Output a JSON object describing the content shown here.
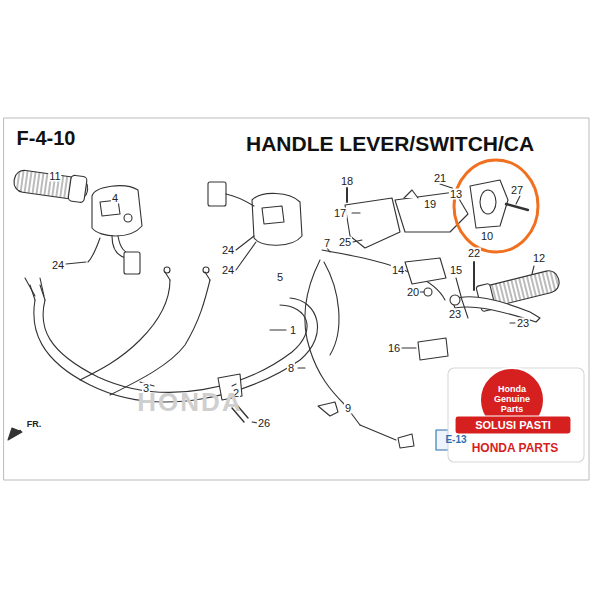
{
  "diagram": {
    "title": "HANDLE LEVER/SWITCH/CA",
    "labels": [
      "F-4-10",
      "11",
      "4",
      "24",
      "24",
      "24",
      "5",
      "18",
      "21",
      "17",
      "19",
      "13",
      "27",
      "25",
      "10",
      "7",
      "22",
      "12",
      "14",
      "15",
      "20",
      "23",
      "23",
      "1",
      "16",
      "8",
      "3",
      "2",
      "9",
      "26",
      "E-13",
      "FR.",
      "HONDA",
      "Honda Genuine Parts",
      "SOLUSI PASTI",
      "HONDA PARTS"
    ]
  }
}
